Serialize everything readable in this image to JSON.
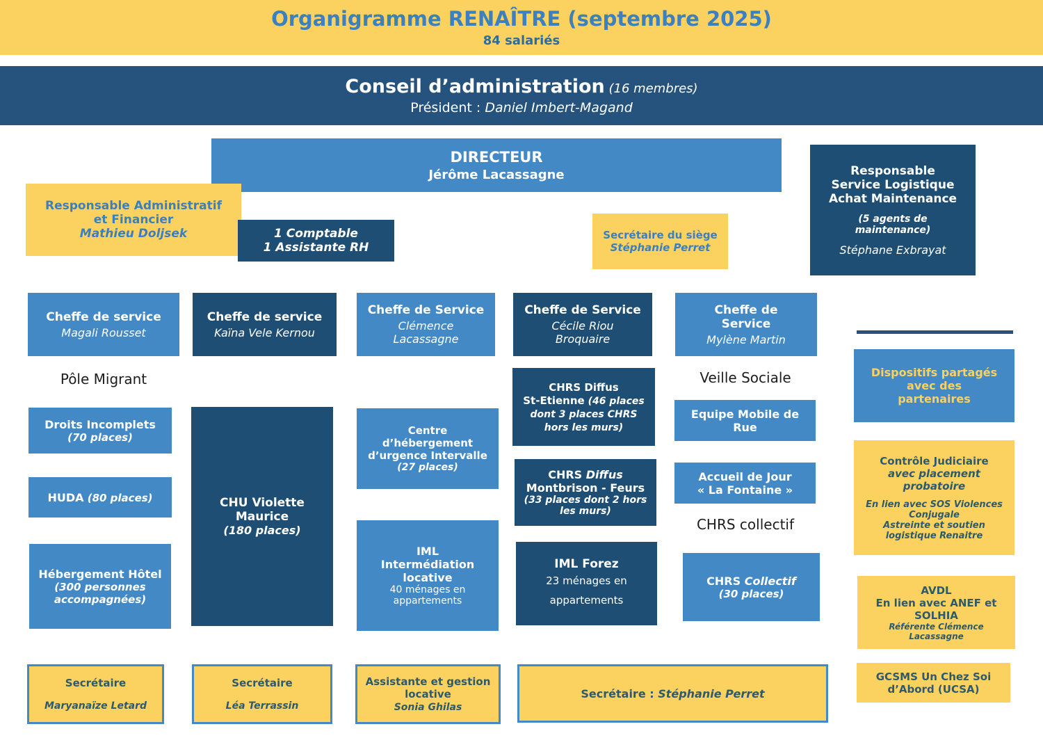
{
  "colors": {
    "yellow": "#fbd15f",
    "blue": "#4389c6",
    "navy": "#1f4e74",
    "band_navy": "#26537d",
    "title_blue": "#3c80be",
    "yellow_box_text_blue": "#3c7fbe",
    "yellow_box_text_dark": "#2e5a6d"
  },
  "header": {
    "title": "Organigramme RENAÎTRE (septembre 2025)",
    "staff_count": "84 salariés"
  },
  "board": {
    "title": "Conseil d’administration",
    "members": " (16 membres)",
    "president_label": "Président : ",
    "president_name": "Daniel Imbert-Magand"
  },
  "director": {
    "role": "DIRECTEUR",
    "name": "Jérôme Lacassagne"
  },
  "admin_finance": {
    "role": "Responsable Administratif\net Financier",
    "name": "Mathieu Doljsek"
  },
  "hr_accounting": {
    "text": "1 Comptable\n1 Assistante RH"
  },
  "head_office_secretary": {
    "role": "Secrétaire du siège",
    "name": "Stéphanie Perret"
  },
  "logistics": {
    "role": "Responsable\nService Logistique\nAchat Maintenance",
    "team": "(5 agents de\nmaintenance)",
    "name": "Stéphane Exbrayat"
  },
  "service_chiefs": [
    {
      "role": "Cheffe de service",
      "name": "Magali Rousset"
    },
    {
      "role": "Cheffe de service",
      "name": "Kaïna Vele Kernou"
    },
    {
      "role": "Cheffe de Service",
      "name": "Clémence\nLacassagne"
    },
    {
      "role": "Cheffe de Service",
      "name": "Cécile Riou\nBroquaire"
    },
    {
      "role": "Cheffe de\nService",
      "name": "Mylène Martin"
    }
  ],
  "pole_migrant": {
    "label": "Pôle Migrant",
    "droits_title": "Droits Incomplets",
    "droits_detail": "(70 places)",
    "huda_title": "HUDA",
    "huda_detail": " (80 places)",
    "hotel_title": "Hébergement Hôtel",
    "hotel_detail": "(300 personnes\naccompagnées)"
  },
  "chu": {
    "title": "CHU Violette\nMaurice",
    "detail": "(180 places)"
  },
  "intervalle": {
    "title": "Centre\nd’hébergement\nd’urgence Intervalle",
    "detail": "(27 places)"
  },
  "iml_intermediation": {
    "title": "IML\nIntermédiation\nlocative",
    "detail": "40 ménages en\nappartements"
  },
  "chrs_st_etienne": {
    "title": "CHRS Diffus\nSt-Etienne",
    "detail": " (46 places dont 3 places CHRS hors les murs)"
  },
  "chrs_montbrison": {
    "prefix": "CHRS ",
    "diffus": "Diffus",
    "title": "Montbrison - Feurs",
    "detail": "(33 places dont 2 hors\nles murs)"
  },
  "iml_forez": {
    "title": "IML Forez",
    "detail": "23 ménages en\nappartements"
  },
  "veille_sociale": {
    "label": "Veille Sociale",
    "equipe_mobile": "Equipe Mobile de\nRue",
    "accueil_jour": "Accueil de Jour\n« La Fontaine »",
    "chrs_label": "CHRS collectif",
    "chrs_prefix": "CHRS ",
    "chrs_italic": "Collectif",
    "chrs_detail": "(30 places)"
  },
  "partners": {
    "header": "Dispositifs partagés\navec des\npartenaires",
    "controle_title": "Contrôle Judiciaire",
    "controle_subtitle": "avec placement\nprobatoire",
    "controle_body": "En lien avec SOS Violences\nConjugale\nAstreinte et soutien\nlogistique Renaitre",
    "avdl_title": "AVDL\nEn lien avec ANEF et\nSOLHIA",
    "avdl_referent": "Référente Clémence\nLacassagne",
    "gcsms_title": "GCSMS Un Chez Soi\nd’Abord (UCSA)"
  },
  "assistants": [
    {
      "role": "Secrétaire",
      "name": "Maryanaïze Letard"
    },
    {
      "role": "Secrétaire",
      "name": "Léa Terrassin"
    },
    {
      "role": "Assistante et gestion\nlocative",
      "name": "Sonia Ghilas"
    }
  ],
  "secretary_wide": {
    "label": "Secrétaire :  ",
    "name": "Stéphanie Perret"
  }
}
